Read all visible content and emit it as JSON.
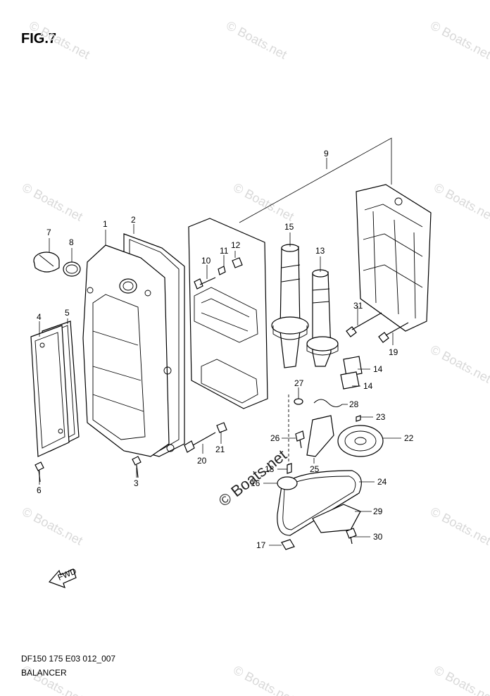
{
  "figure": {
    "title": "FIG.7",
    "drawing_code": "DF150 175 E03 012_007",
    "section_name": "BALANCER",
    "fwd_arrow_label": "FWD",
    "watermark_text": "© Boats.net",
    "colors": {
      "line": "#000000",
      "watermark": "#d9d9d9",
      "background": "#ffffff"
    }
  },
  "callouts": {
    "c1": "1",
    "c2": "2",
    "c3": "3",
    "c4": "4",
    "c5": "5",
    "c6": "6",
    "c7": "7",
    "c8": "8",
    "c9": "9",
    "c10": "10",
    "c11": "11",
    "c12": "12",
    "c13": "13",
    "c14a": "14",
    "c14b": "14",
    "c15": "15",
    "c16": "16",
    "c17": "17",
    "c18": "18",
    "c19": "19",
    "c20": "20",
    "c21": "21",
    "c22": "22",
    "c23": "23",
    "c24": "24",
    "c25": "25",
    "c26": "26",
    "c27": "27",
    "c28": "28",
    "c29": "29",
    "c30": "30",
    "c31": "31"
  }
}
